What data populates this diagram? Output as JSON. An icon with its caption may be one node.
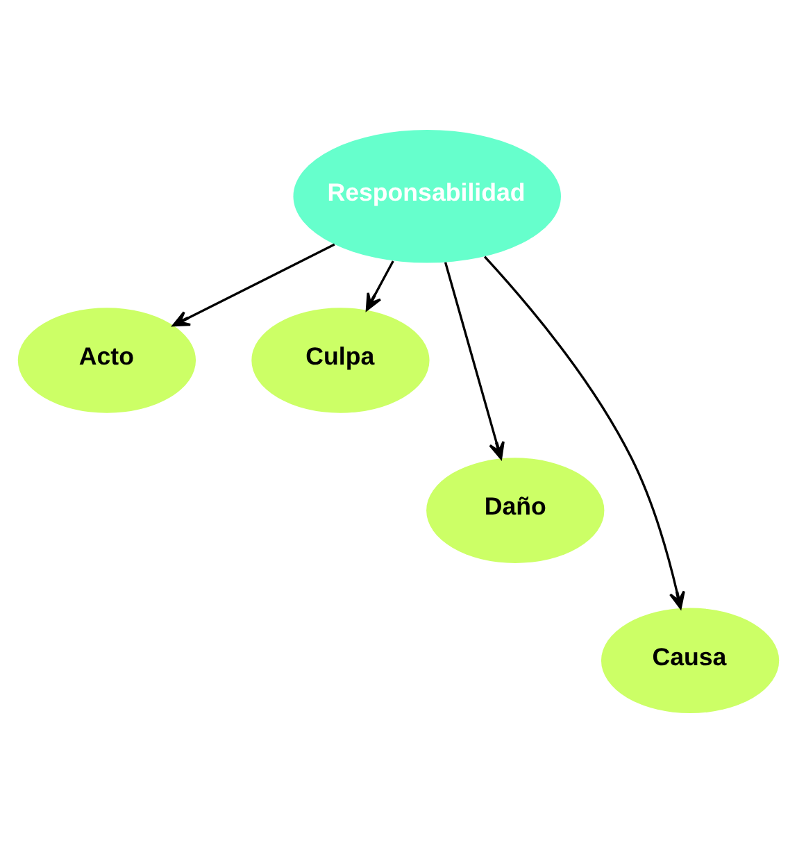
{
  "diagram": {
    "nodes": [
      {
        "text": [
          "Responsabilidad"
        ]
      },
      {
        "text": [
          "Acto"
        ]
      },
      {
        "text": [
          "Culpa"
        ]
      },
      {
        "text": [
          "Daño"
        ]
      },
      {
        "text": [
          "Causa"
        ]
      }
    ],
    "edges": [
      {
        "from": 0,
        "to": 1,
        "arrow": "to"
      },
      {
        "from": 0,
        "to": 4,
        "arrow": "to"
      },
      {
        "from": 0,
        "to": 3,
        "arrow": "to"
      },
      {
        "from": 0,
        "to": 2,
        "arrow": "to"
      }
    ]
  }
}
